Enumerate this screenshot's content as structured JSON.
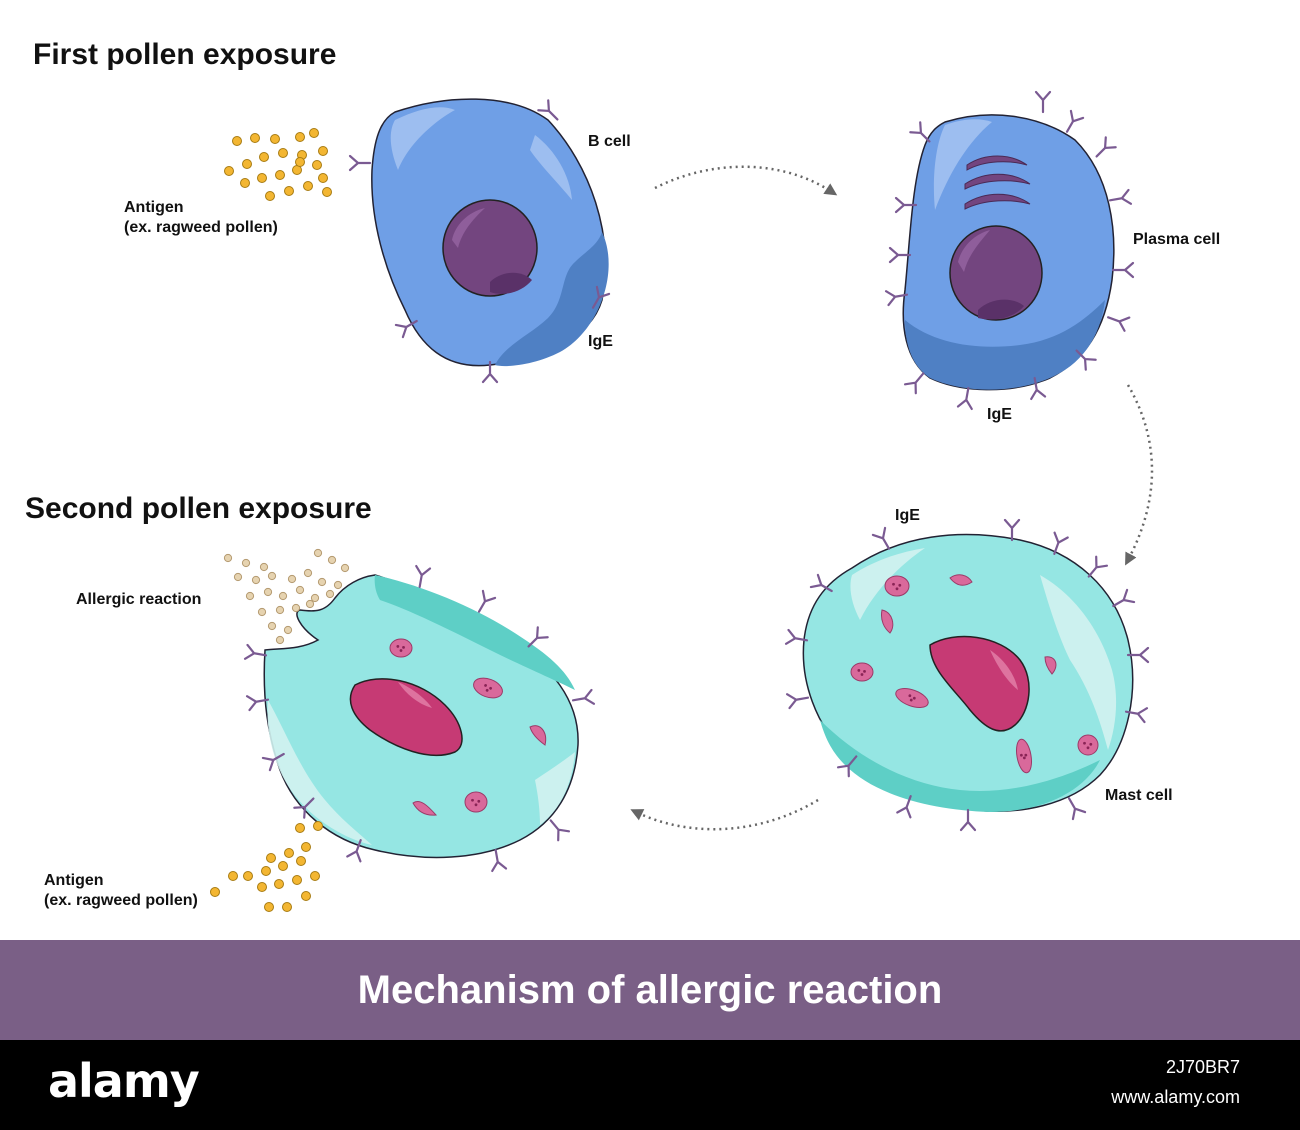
{
  "headings": {
    "first_exposure": "First pollen exposure",
    "second_exposure": "Second pollen exposure"
  },
  "labels": {
    "antigen_top_line1": "Antigen",
    "antigen_top_line2": "(ex. ragweed pollen)",
    "b_cell": "B cell",
    "ige_b": "IgE",
    "plasma_cell": "Plasma cell",
    "ige_plasma": "IgE",
    "ige_mast": "IgE",
    "mast_cell": "Mast cell",
    "allergic_reaction": "Allergic reaction",
    "antigen_bottom_line1": "Antigen",
    "antigen_bottom_line2": "(ex. ragweed pollen)"
  },
  "title": "Mechanism of allergic reaction",
  "footer": {
    "logo": "alamy",
    "image_id": "2J70BR7",
    "url": "www.alamy.com"
  },
  "colors": {
    "b_cell": "#6f9fe6",
    "b_cell_shade": "#4f80c4",
    "nucleus_purple": "#73457f",
    "mast_cell": "#95e6e3",
    "mast_shade": "#5ecfc6",
    "nucleus_pink": "#c63a74",
    "granule": "#d9699b",
    "antibody": "#7a5a92",
    "pollen": "#f3b632",
    "title_bar": "#7a5f86"
  }
}
